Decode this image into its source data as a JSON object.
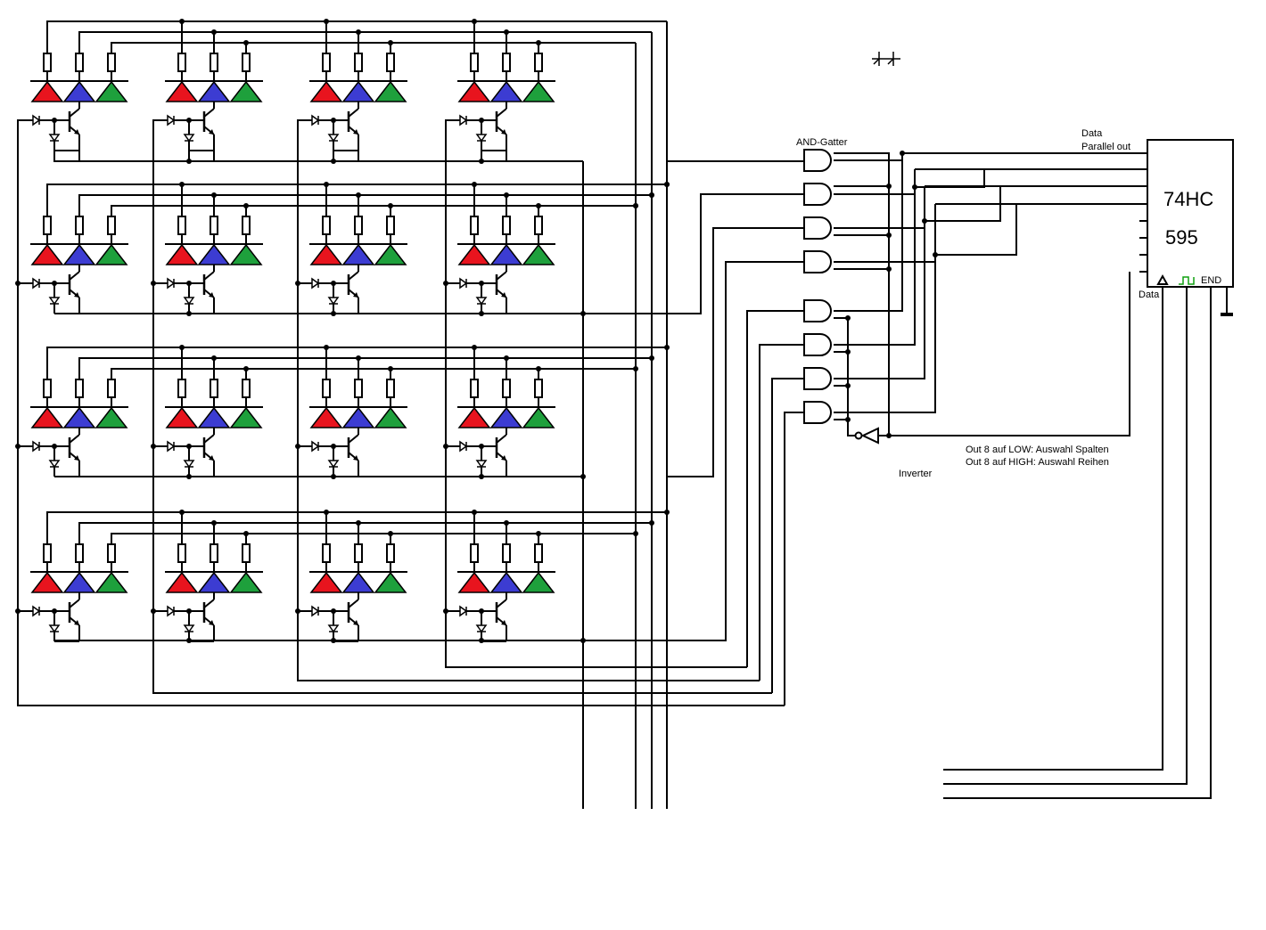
{
  "labels": {
    "and_gate": "AND-Gatter",
    "data_top": "Data",
    "parallel_out": "Parallel out",
    "chip_line1": "74HC",
    "chip_line2": "595",
    "end_pin": "END",
    "data_pin": "Data",
    "note_low": "Out 8 auf LOW: Auswahl Spalten",
    "note_high": "Out 8 auf HIGH: Auswahl Reihen",
    "inverter": "Inverter"
  },
  "matrix": {
    "rows": 4,
    "columns": 4
  },
  "colors": {
    "led_red": "#e8141e",
    "led_blue": "#3c3cd2",
    "led_green": "#1ea03c",
    "wire": "#000000",
    "clock_symbol": "#10a010"
  }
}
